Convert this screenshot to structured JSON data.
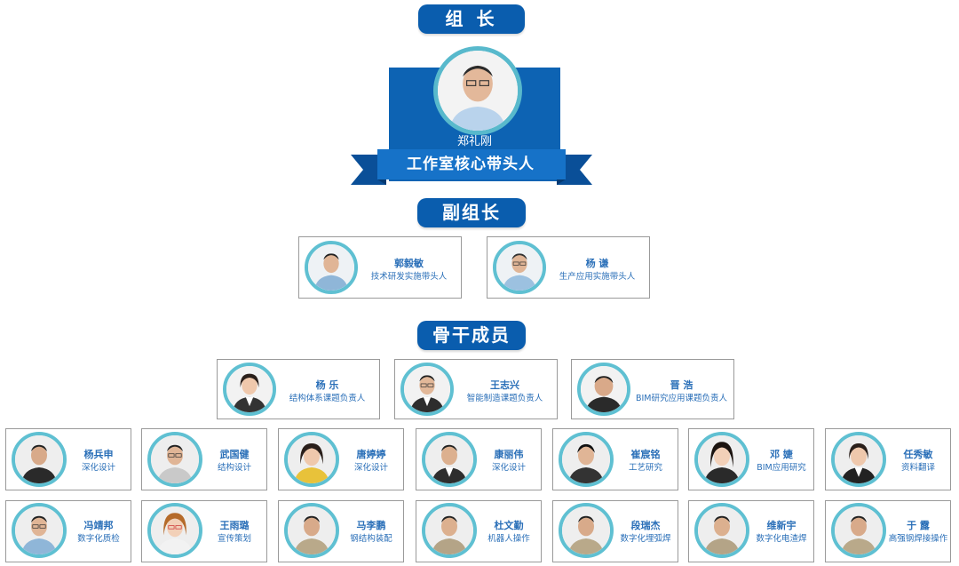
{
  "sections": {
    "leader_title": "组 长",
    "deputy_title": "副组长",
    "core_title": "骨干成员"
  },
  "leader": {
    "name": "郑礼刚",
    "role": "工作室核心带头人"
  },
  "deputies": [
    {
      "name": "郭毅敏",
      "role": "技术研发实施带头人"
    },
    {
      "name": "杨 谦",
      "role": "生产应用实施带头人"
    }
  ],
  "core_leads": [
    {
      "name": "杨 乐",
      "role": "结构体系课题负责人"
    },
    {
      "name": "王志兴",
      "role": "智能制造课题负责人"
    },
    {
      "name": "晋 浩",
      "role": "BIM研究应用课题负责人"
    }
  ],
  "members_row1": [
    {
      "name": "杨兵申",
      "role": "深化设计"
    },
    {
      "name": "武国健",
      "role": "结构设计"
    },
    {
      "name": "唐婷婷",
      "role": "深化设计"
    },
    {
      "name": "康丽伟",
      "role": "深化设计"
    },
    {
      "name": "崔宸铭",
      "role": "工艺研究"
    },
    {
      "name": "邓 婕",
      "role": "BIM应用研究"
    },
    {
      "name": "任秀敏",
      "role": "资料翻译"
    }
  ],
  "members_row2": [
    {
      "name": "冯靖邦",
      "role": "数字化质检"
    },
    {
      "name": "王雨璐",
      "role": "宣传策划"
    },
    {
      "name": "马李鹏",
      "role": "钢结构装配"
    },
    {
      "name": "杜文勤",
      "role": "机器人操作"
    },
    {
      "name": "段瑞杰",
      "role": "数字化埋弧焊"
    },
    {
      "name": "维新宇",
      "role": "数字化电渣焊"
    },
    {
      "name": "于 露",
      "role": "高强钢焊接操作"
    }
  ],
  "colors": {
    "brand_blue": "#0a5dae",
    "avatar_ring": "#5fc0d2",
    "text_blue": "#2a6fb8"
  }
}
